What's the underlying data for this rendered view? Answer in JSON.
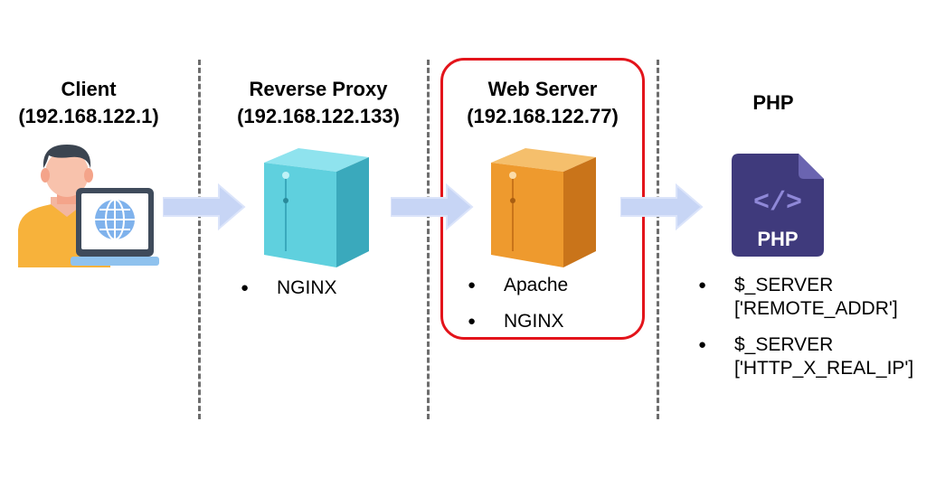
{
  "columns": [
    {
      "title": "Client",
      "subtitle": "(192.168.122.1)"
    },
    {
      "title": "Reverse Proxy",
      "subtitle": "(192.168.122.133)"
    },
    {
      "title": "Web Server",
      "subtitle": "(192.168.122.77)"
    },
    {
      "title": "PHP"
    }
  ],
  "proxy": {
    "items": [
      "NGINX"
    ]
  },
  "web_server": {
    "items": [
      "Apache",
      "NGINX"
    ]
  },
  "php": {
    "items": [
      {
        "line1": "$_SERVER",
        "line2": "['REMOTE_ADDR']"
      },
      {
        "line1": "$_SERVER",
        "line2": "['HTTP_X_REAL_IP']"
      }
    ],
    "logo_text": "PHP"
  },
  "icons": [
    "client-person-laptop-icon",
    "cyan-server-icon",
    "orange-server-icon",
    "php-file-icon"
  ],
  "colors": {
    "highlight": "#e3141b",
    "arrow": "#c7d5f5",
    "proxy_server": "#56cbd9",
    "web_server": "#ea9427",
    "php_file": "#3f3a7c"
  }
}
